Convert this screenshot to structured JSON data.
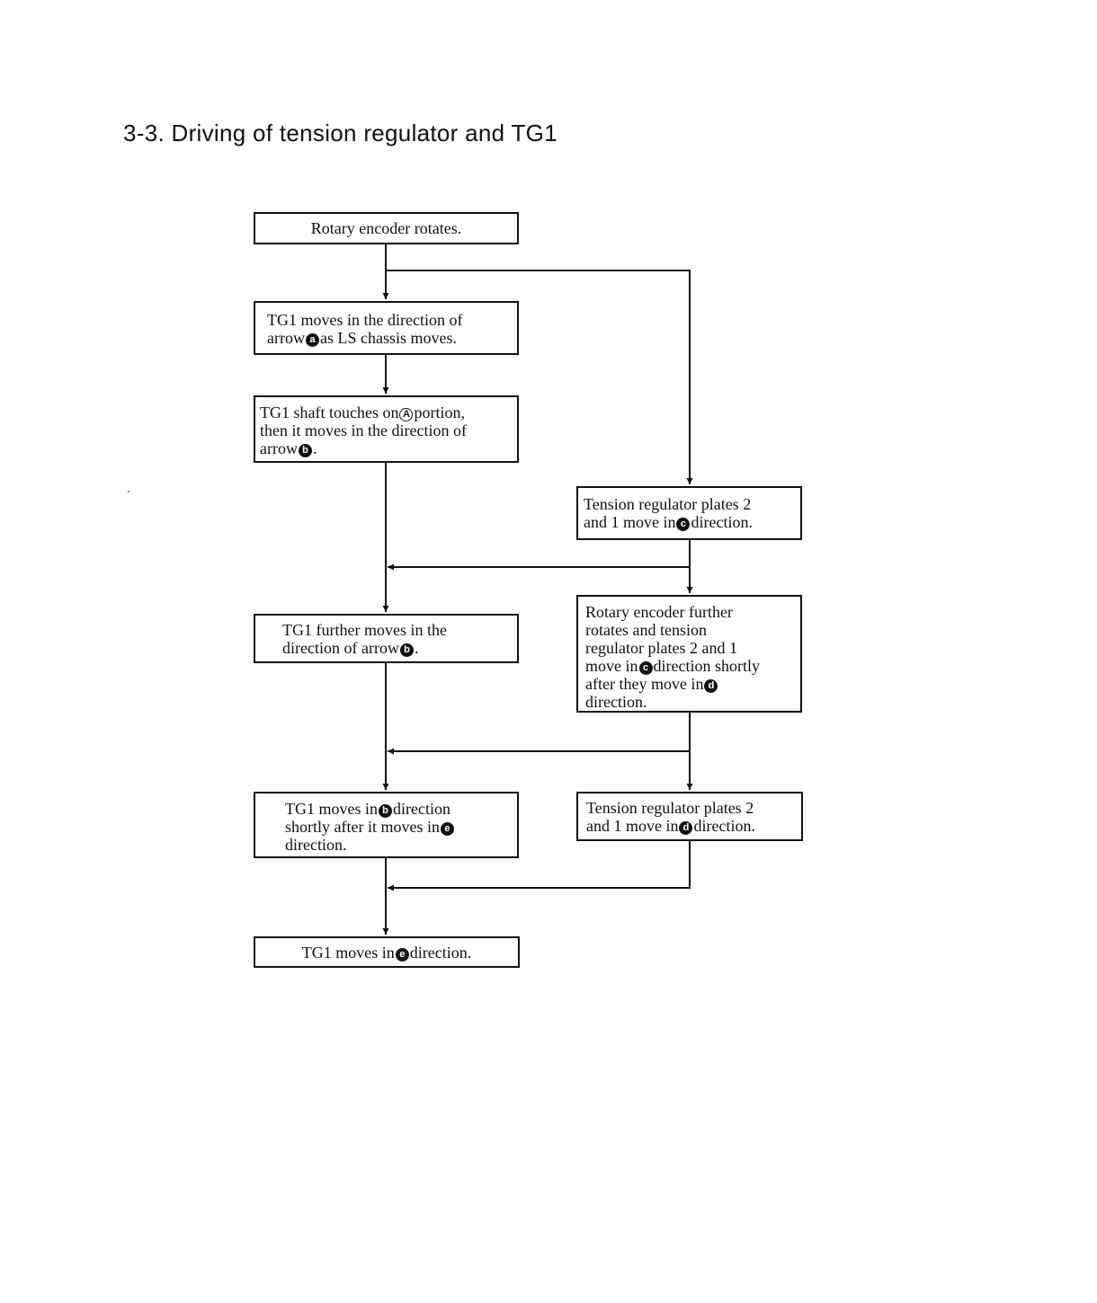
{
  "title": "3-3. Driving of tension regulator and TG1",
  "boxes": [
    {
      "id": "b1",
      "segments": [
        {
          "t": "Rotary encoder rotates."
        }
      ]
    },
    {
      "id": "b2",
      "segments": [
        {
          "t": "TG1 moves in the direction of"
        },
        {
          "br": true
        },
        {
          "t": "arrow"
        },
        {
          "s": "a"
        },
        {
          "t": "as LS chassis moves."
        }
      ]
    },
    {
      "id": "b3",
      "segments": [
        {
          "t": "TG1 shaft touches on"
        },
        {
          "s": "A",
          "o": true
        },
        {
          "t": "portion,"
        },
        {
          "br": true
        },
        {
          "t": "then it moves in the direction of"
        },
        {
          "br": true
        },
        {
          "t": "arrow"
        },
        {
          "s": "b"
        },
        {
          "t": "."
        }
      ]
    },
    {
      "id": "b4",
      "segments": [
        {
          "t": "Tension regulator plates 2"
        },
        {
          "br": true
        },
        {
          "t": "and 1 move in"
        },
        {
          "s": "c"
        },
        {
          "t": "direction."
        }
      ]
    },
    {
      "id": "b5",
      "segments": [
        {
          "t": "TG1 further moves in the"
        },
        {
          "br": true
        },
        {
          "t": "direction of arrow"
        },
        {
          "s": "b"
        },
        {
          "t": "."
        }
      ]
    },
    {
      "id": "b6",
      "segments": [
        {
          "t": "Rotary encoder further"
        },
        {
          "br": true
        },
        {
          "t": "rotates and tension"
        },
        {
          "br": true
        },
        {
          "t": "regulator plates 2 and 1"
        },
        {
          "br": true
        },
        {
          "t": "move in"
        },
        {
          "s": "c"
        },
        {
          "t": "direction shortly"
        },
        {
          "br": true
        },
        {
          "t": "after they move in"
        },
        {
          "s": "d"
        },
        {
          "br": true
        },
        {
          "t": "direction."
        }
      ]
    },
    {
      "id": "b7",
      "segments": [
        {
          "t": "TG1 moves in"
        },
        {
          "s": "b"
        },
        {
          "t": "direction"
        },
        {
          "br": true
        },
        {
          "t": "shortly after it moves in"
        },
        {
          "s": "e"
        },
        {
          "br": true
        },
        {
          "t": "direction."
        }
      ]
    },
    {
      "id": "b8",
      "segments": [
        {
          "t": "Tension regulator plates 2"
        },
        {
          "br": true
        },
        {
          "t": "and 1 move in"
        },
        {
          "s": "d"
        },
        {
          "t": "direction."
        }
      ]
    },
    {
      "id": "b9",
      "segments": [
        {
          "t": "TG1 moves in"
        },
        {
          "s": "e"
        },
        {
          "t": "direction."
        }
      ]
    }
  ]
}
